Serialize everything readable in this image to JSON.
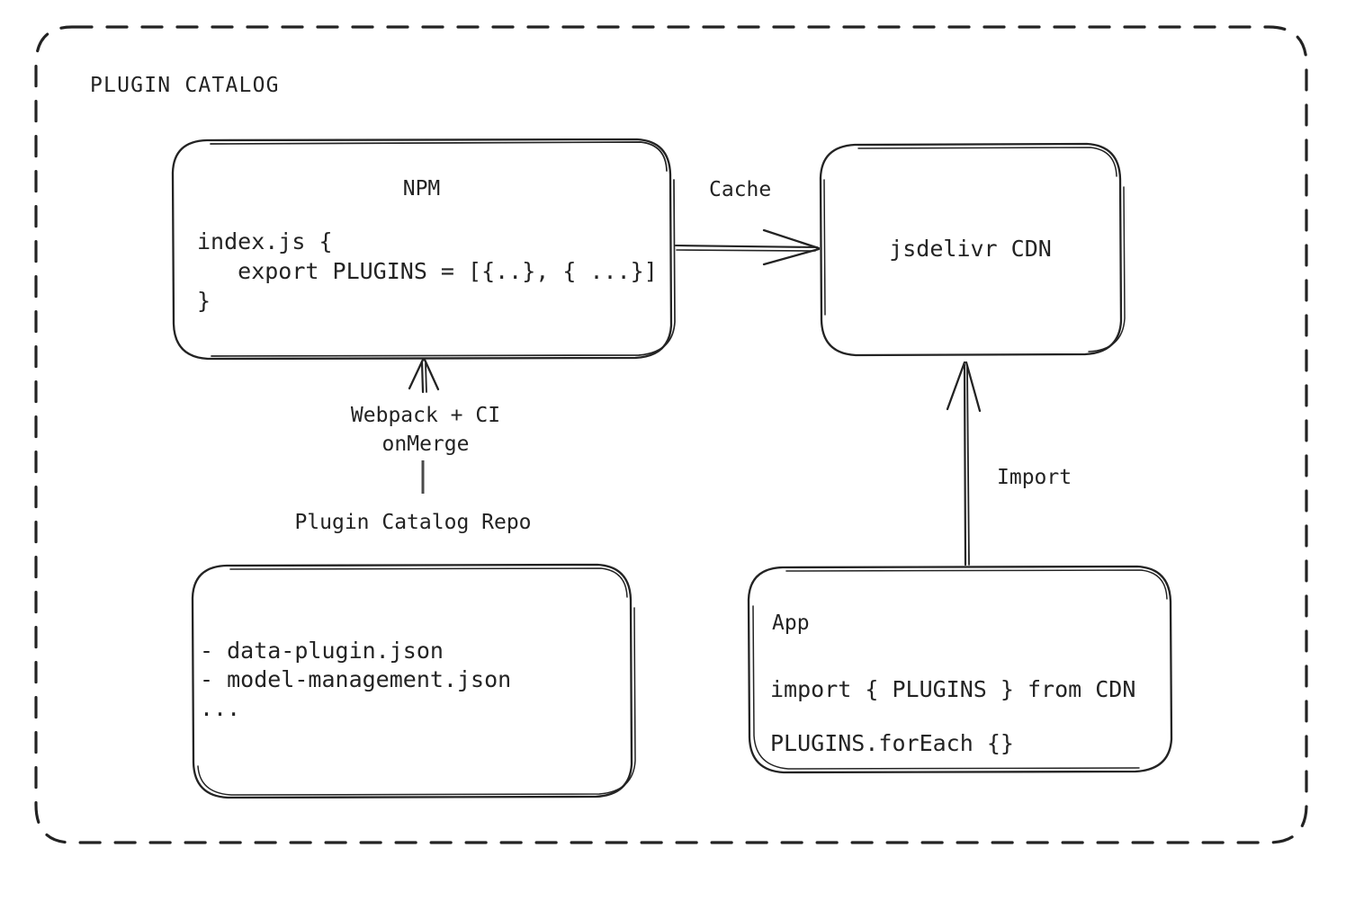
{
  "diagram": {
    "title": "PLUGIN CATALOG",
    "background": "#ffffff",
    "stroke": "#232323",
    "style": "hand-drawn-sketch",
    "container": {
      "label": "PLUGIN CATALOG",
      "border": "dashed",
      "rounded": true
    },
    "nodes": {
      "npm": {
        "title": "NPM",
        "code_line1": "index.js {",
        "code_line2": "   export PLUGINS = [{..}, { ...}]",
        "code_line3": "}"
      },
      "cdn": {
        "title": "jsdelivr CDN"
      },
      "repo": {
        "caption": "Plugin Catalog Repo",
        "item1": "- data-plugin.json",
        "item2": "- model-management.json",
        "item3": "..."
      },
      "app": {
        "title": "App",
        "code_line1": "import { PLUGINS } from CDN",
        "code_line2": "PLUGINS.forEach {}"
      }
    },
    "edges": {
      "npm_to_cdn": {
        "label": "Cache",
        "from": "npm",
        "to": "cdn",
        "direction": "right"
      },
      "repo_to_npm": {
        "label_line1": "Webpack + CI",
        "label_line2": "onMerge",
        "from": "repo",
        "to": "npm",
        "direction": "up"
      },
      "app_to_cdn": {
        "label": "Import",
        "from": "app",
        "to": "cdn",
        "direction": "up"
      }
    }
  }
}
